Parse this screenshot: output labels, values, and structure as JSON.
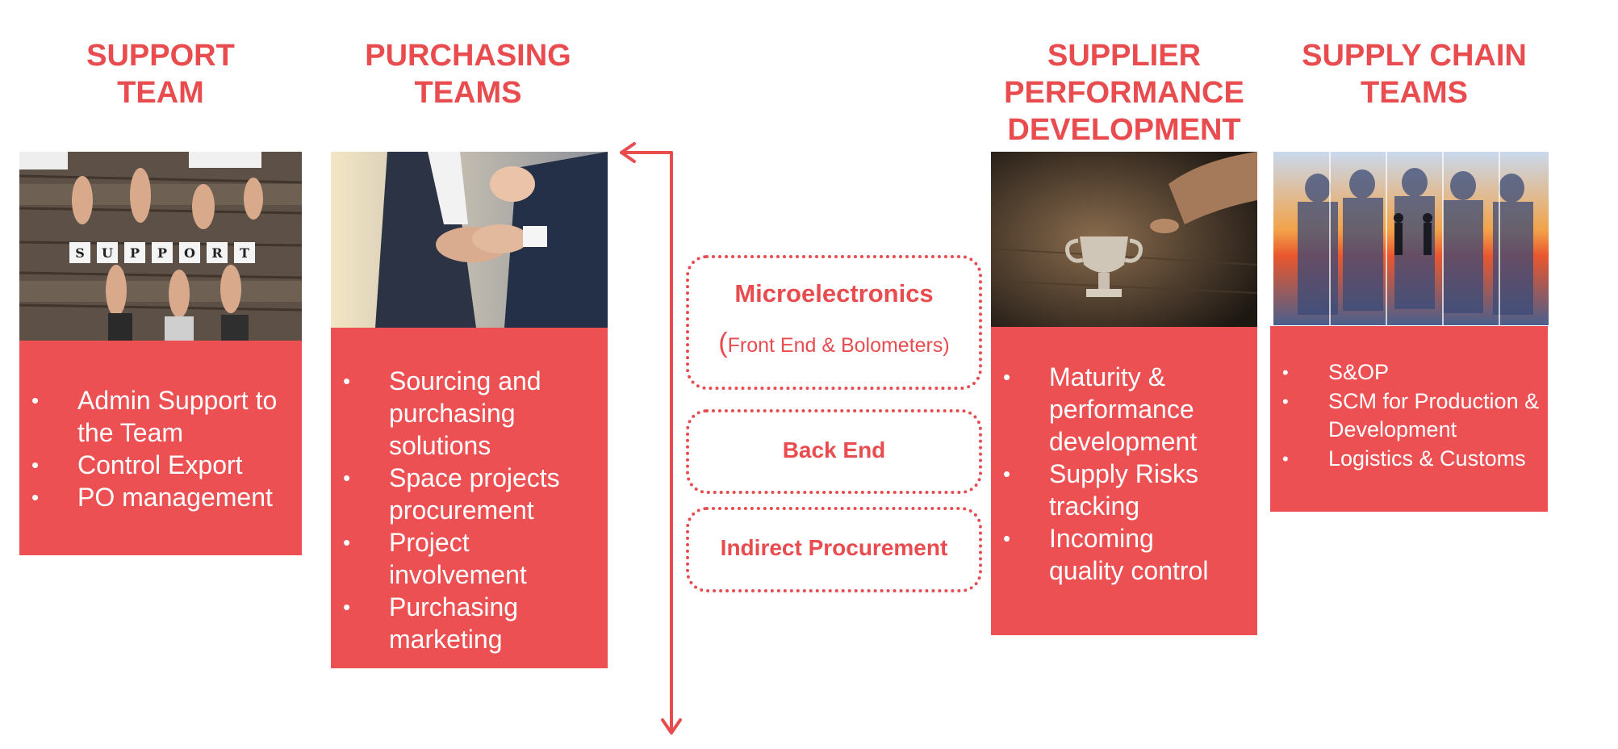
{
  "columns": {
    "support": {
      "title": "SUPPORT\nTEAM",
      "photo_caption_letters": [
        "S",
        "U",
        "P",
        "P",
        "O",
        "R",
        "T"
      ],
      "items": [
        "Admin Support to the Team",
        "Control Export",
        "PO management"
      ]
    },
    "purchasing": {
      "title": "PURCHASING\nTEAMS",
      "items": [
        "Sourcing and purchasing solutions",
        "Space projects procurement",
        "Project involvement",
        "Purchasing marketing"
      ]
    },
    "supplier_performance": {
      "title": "SUPPLIER\nPERFORMANCE\nDEVELOPMENT",
      "items": [
        "Maturity & performance development",
        "Supply Risks tracking",
        "Incoming quality control"
      ]
    },
    "supply_chain": {
      "title": "SUPPLY CHAIN\nTEAMS",
      "items": [
        "S&OP",
        "SCM for Production & Development",
        "Logistics & Customs"
      ]
    }
  },
  "purchasing_categories": {
    "microelectronics": {
      "label": "Microelectronics",
      "paren_open": "(",
      "detail": "Front End & Bolometers)"
    },
    "back_end": {
      "label": "Back End"
    },
    "indirect": {
      "label": "Indirect Procurement"
    }
  },
  "colors": {
    "accent": "#e84c4f",
    "panel": "#ec5052",
    "text_on_panel": "#ffffff"
  }
}
